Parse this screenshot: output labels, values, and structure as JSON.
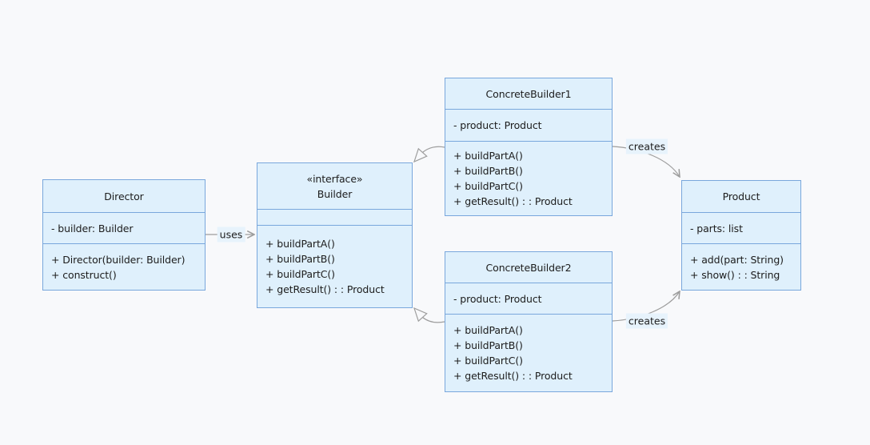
{
  "diagram": {
    "kind": "uml-class-diagram",
    "pattern": "Builder"
  },
  "classes": {
    "director": {
      "name": "Director",
      "attributes": [
        "- builder: Builder"
      ],
      "methods": [
        "+ Director(builder: Builder)",
        "+ construct()"
      ]
    },
    "builder": {
      "stereotype": "«interface»",
      "name": "Builder",
      "attributes": [],
      "methods": [
        "+ buildPartA()",
        "+ buildPartB()",
        "+ buildPartC()",
        "+ getResult() : : Product"
      ]
    },
    "concrete_builder_1": {
      "name": "ConcreteBuilder1",
      "attributes": [
        "- product: Product"
      ],
      "methods": [
        "+ buildPartA()",
        "+ buildPartB()",
        "+ buildPartC()",
        "+ getResult() : : Product"
      ]
    },
    "concrete_builder_2": {
      "name": "ConcreteBuilder2",
      "attributes": [
        "- product: Product"
      ],
      "methods": [
        "+ buildPartA()",
        "+ buildPartB()",
        "+ buildPartC()",
        "+ getResult() : : Product"
      ]
    },
    "product": {
      "name": "Product",
      "attributes": [
        "- parts: list"
      ],
      "methods": [
        "+ add(part: String)",
        "+ show() : : String"
      ]
    }
  },
  "relations": {
    "uses_label": "uses",
    "creates_top_label": "creates",
    "creates_bottom_label": "creates"
  },
  "colors": {
    "background": "#f8f9fb",
    "class_fill": "#dff0fc",
    "class_border": "#79a7dc",
    "edge_stroke": "#9d9d9d",
    "edge_label_background": "#e7f3fc",
    "text": "#1c1c1c"
  }
}
